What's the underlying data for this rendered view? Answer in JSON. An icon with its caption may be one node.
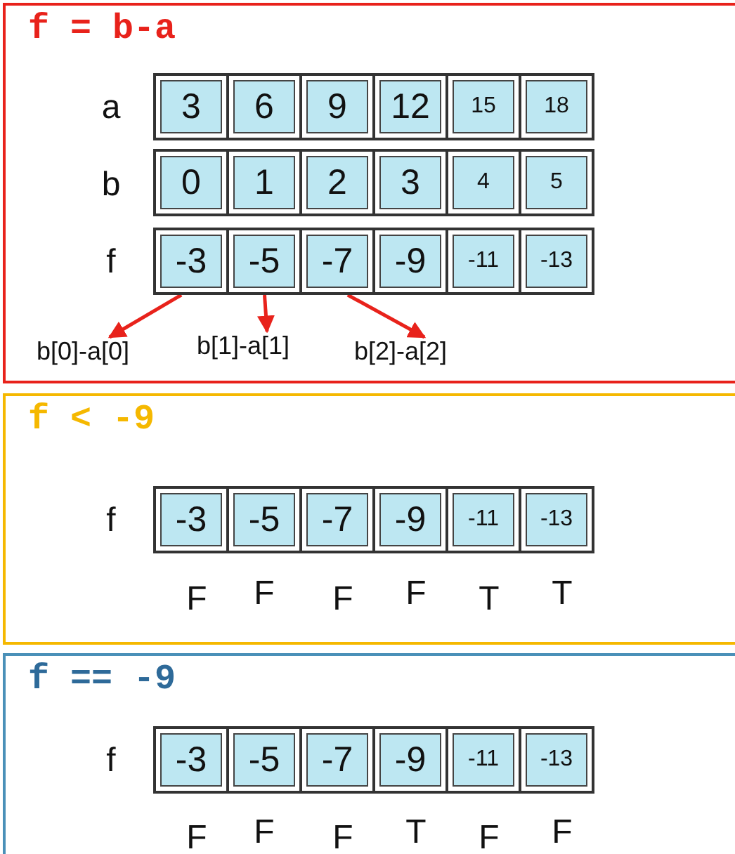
{
  "diagram": {
    "nodes": [
      {
        "text": [
          "f = b-a"
        ]
      },
      {
        "text": [
          "3"
        ],
        "in": 0
      },
      {
        "text": [
          "6"
        ],
        "in": 0
      },
      {
        "text": [
          "9"
        ],
        "in": 0
      },
      {
        "text": [
          "12"
        ],
        "in": 0
      },
      {
        "text": [
          "15"
        ],
        "in": 0
      },
      {
        "text": [
          "18"
        ],
        "in": 0
      },
      {
        "text": [
          "0"
        ],
        "in": 0
      },
      {
        "text": [
          "1"
        ],
        "in": 0
      },
      {
        "text": [
          "2"
        ],
        "in": 0
      },
      {
        "text": [
          "3"
        ],
        "in": 0
      },
      {
        "text": [
          "4"
        ],
        "in": 0
      },
      {
        "text": [
          "5"
        ],
        "in": 0
      },
      {
        "text": [
          "-3"
        ],
        "in": 0
      },
      {
        "text": [
          "-5"
        ],
        "in": 0
      },
      {
        "text": [
          "-7"
        ],
        "in": 0
      },
      {
        "text": [
          "-9"
        ],
        "in": 0
      },
      {
        "text": [
          "-11"
        ],
        "in": 0
      },
      {
        "text": [
          "-13"
        ],
        "in": 0
      },
      {
        "text": [
          "b[0]-a[0]"
        ],
        "in": 0
      },
      {
        "text": [
          "b[1]-a[1]"
        ],
        "in": 0
      },
      {
        "text": [
          "b[2]-a[2]"
        ],
        "in": 0
      },
      {
        "text": [
          "f < -9"
        ]
      },
      {
        "text": [
          "-3"
        ],
        "in": 22
      },
      {
        "text": [
          "-5"
        ],
        "in": 22
      },
      {
        "text": [
          "-7"
        ],
        "in": 22
      },
      {
        "text": [
          "-9"
        ],
        "in": 22
      },
      {
        "text": [
          "-11"
        ],
        "in": 22
      },
      {
        "text": [
          "-13"
        ],
        "in": 22
      },
      {
        "text": [
          "f == -9"
        ]
      },
      {
        "text": [
          "-3"
        ],
        "in": 29
      },
      {
        "text": [
          "-5"
        ],
        "in": 29
      },
      {
        "text": [
          "-7"
        ],
        "in": 29
      },
      {
        "text": [
          "-9"
        ],
        "in": 29
      },
      {
        "text": [
          "-11"
        ],
        "in": 29
      },
      {
        "text": [
          "-13"
        ],
        "in": 29
      }
    ],
    "edges": [
      {
        "from": 13,
        "to": 19,
        "arrow": "to",
        "color": "#e8221b"
      },
      {
        "from": 14,
        "to": 20,
        "arrow": "to",
        "color": "#e8221b"
      },
      {
        "from": 15,
        "to": 21,
        "arrow": "to",
        "color": "#e8221b"
      }
    ],
    "labels": [
      "a",
      "b",
      "f",
      "f",
      "F",
      "F",
      "F",
      "F",
      "T",
      "T",
      "f",
      "F",
      "F",
      "F",
      "T",
      "F",
      "F"
    ]
  }
}
